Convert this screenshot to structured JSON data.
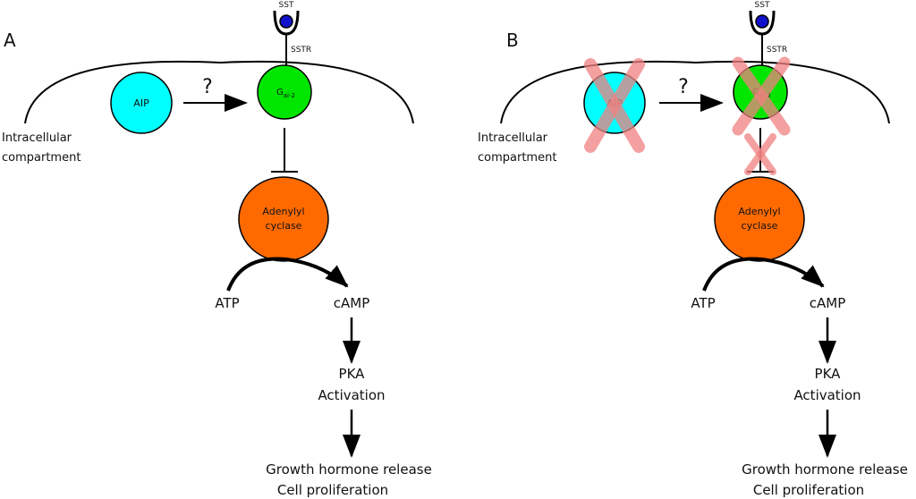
{
  "colors": {
    "aip": "#00ffff",
    "gai2": "#00e600",
    "adenylyl": "#ff6a00",
    "sst_ligand": "#1111cc",
    "cross": "#f08080",
    "line": "#000000"
  },
  "panels": [
    {
      "id": "A",
      "letter": "A",
      "sst": "SST",
      "sstr": "SSTR",
      "aip": "AIP",
      "question": "?",
      "gai2_main": "G",
      "gai2_sub": "ai-2",
      "compartment_line1": "Intracellular",
      "compartment_line2": "compartment",
      "ac_line1": "Adenylyl",
      "ac_line2": "cyclase",
      "atp": "ATP",
      "camp": "cAMP",
      "pka_line1": "PKA",
      "pka_line2": "Activation",
      "out_line1": "Growth hormone release",
      "out_line2": "Cell proliferation",
      "crossed": false
    },
    {
      "id": "B",
      "letter": "B",
      "sst": "SST",
      "sstr": "SSTR",
      "aip": "AIP",
      "question": "?",
      "gai2_main": "G",
      "gai2_sub": "ai-2",
      "compartment_line1": "Intracellular",
      "compartment_line2": "compartment",
      "ac_line1": "Adenylyl",
      "ac_line2": "cyclase",
      "atp": "ATP",
      "camp": "cAMP",
      "pka_line1": "PKA",
      "pka_line2": "Activation",
      "out_line1": "Growth hormone release",
      "out_line2": "Cell proliferation",
      "crossed": true
    }
  ]
}
